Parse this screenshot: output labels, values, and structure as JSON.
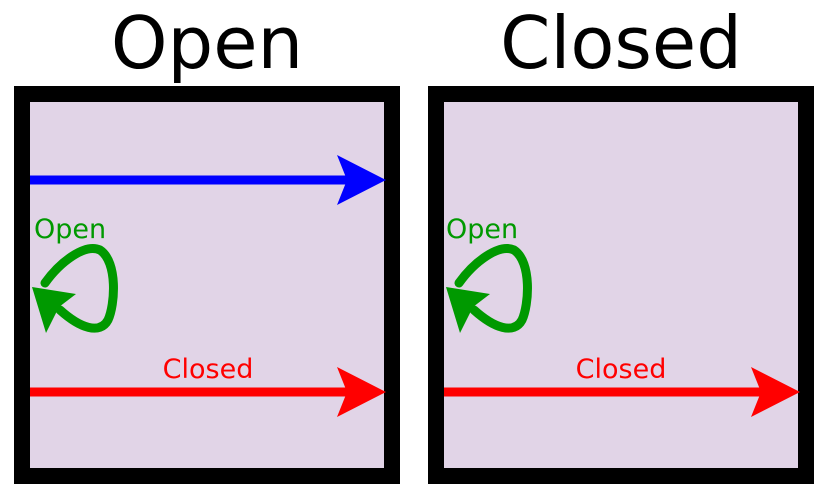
{
  "panels": [
    {
      "title": "Open",
      "loop_label": "Open",
      "line_label": "Closed",
      "has_blue_arrow": true
    },
    {
      "title": "Closed",
      "loop_label": "Open",
      "line_label": "Closed",
      "has_blue_arrow": false
    }
  ],
  "colors": {
    "box_fill": "#e1d4e7",
    "border": "#000000",
    "blue": "#0000ff",
    "green": "#009900",
    "red": "#ff0000"
  }
}
